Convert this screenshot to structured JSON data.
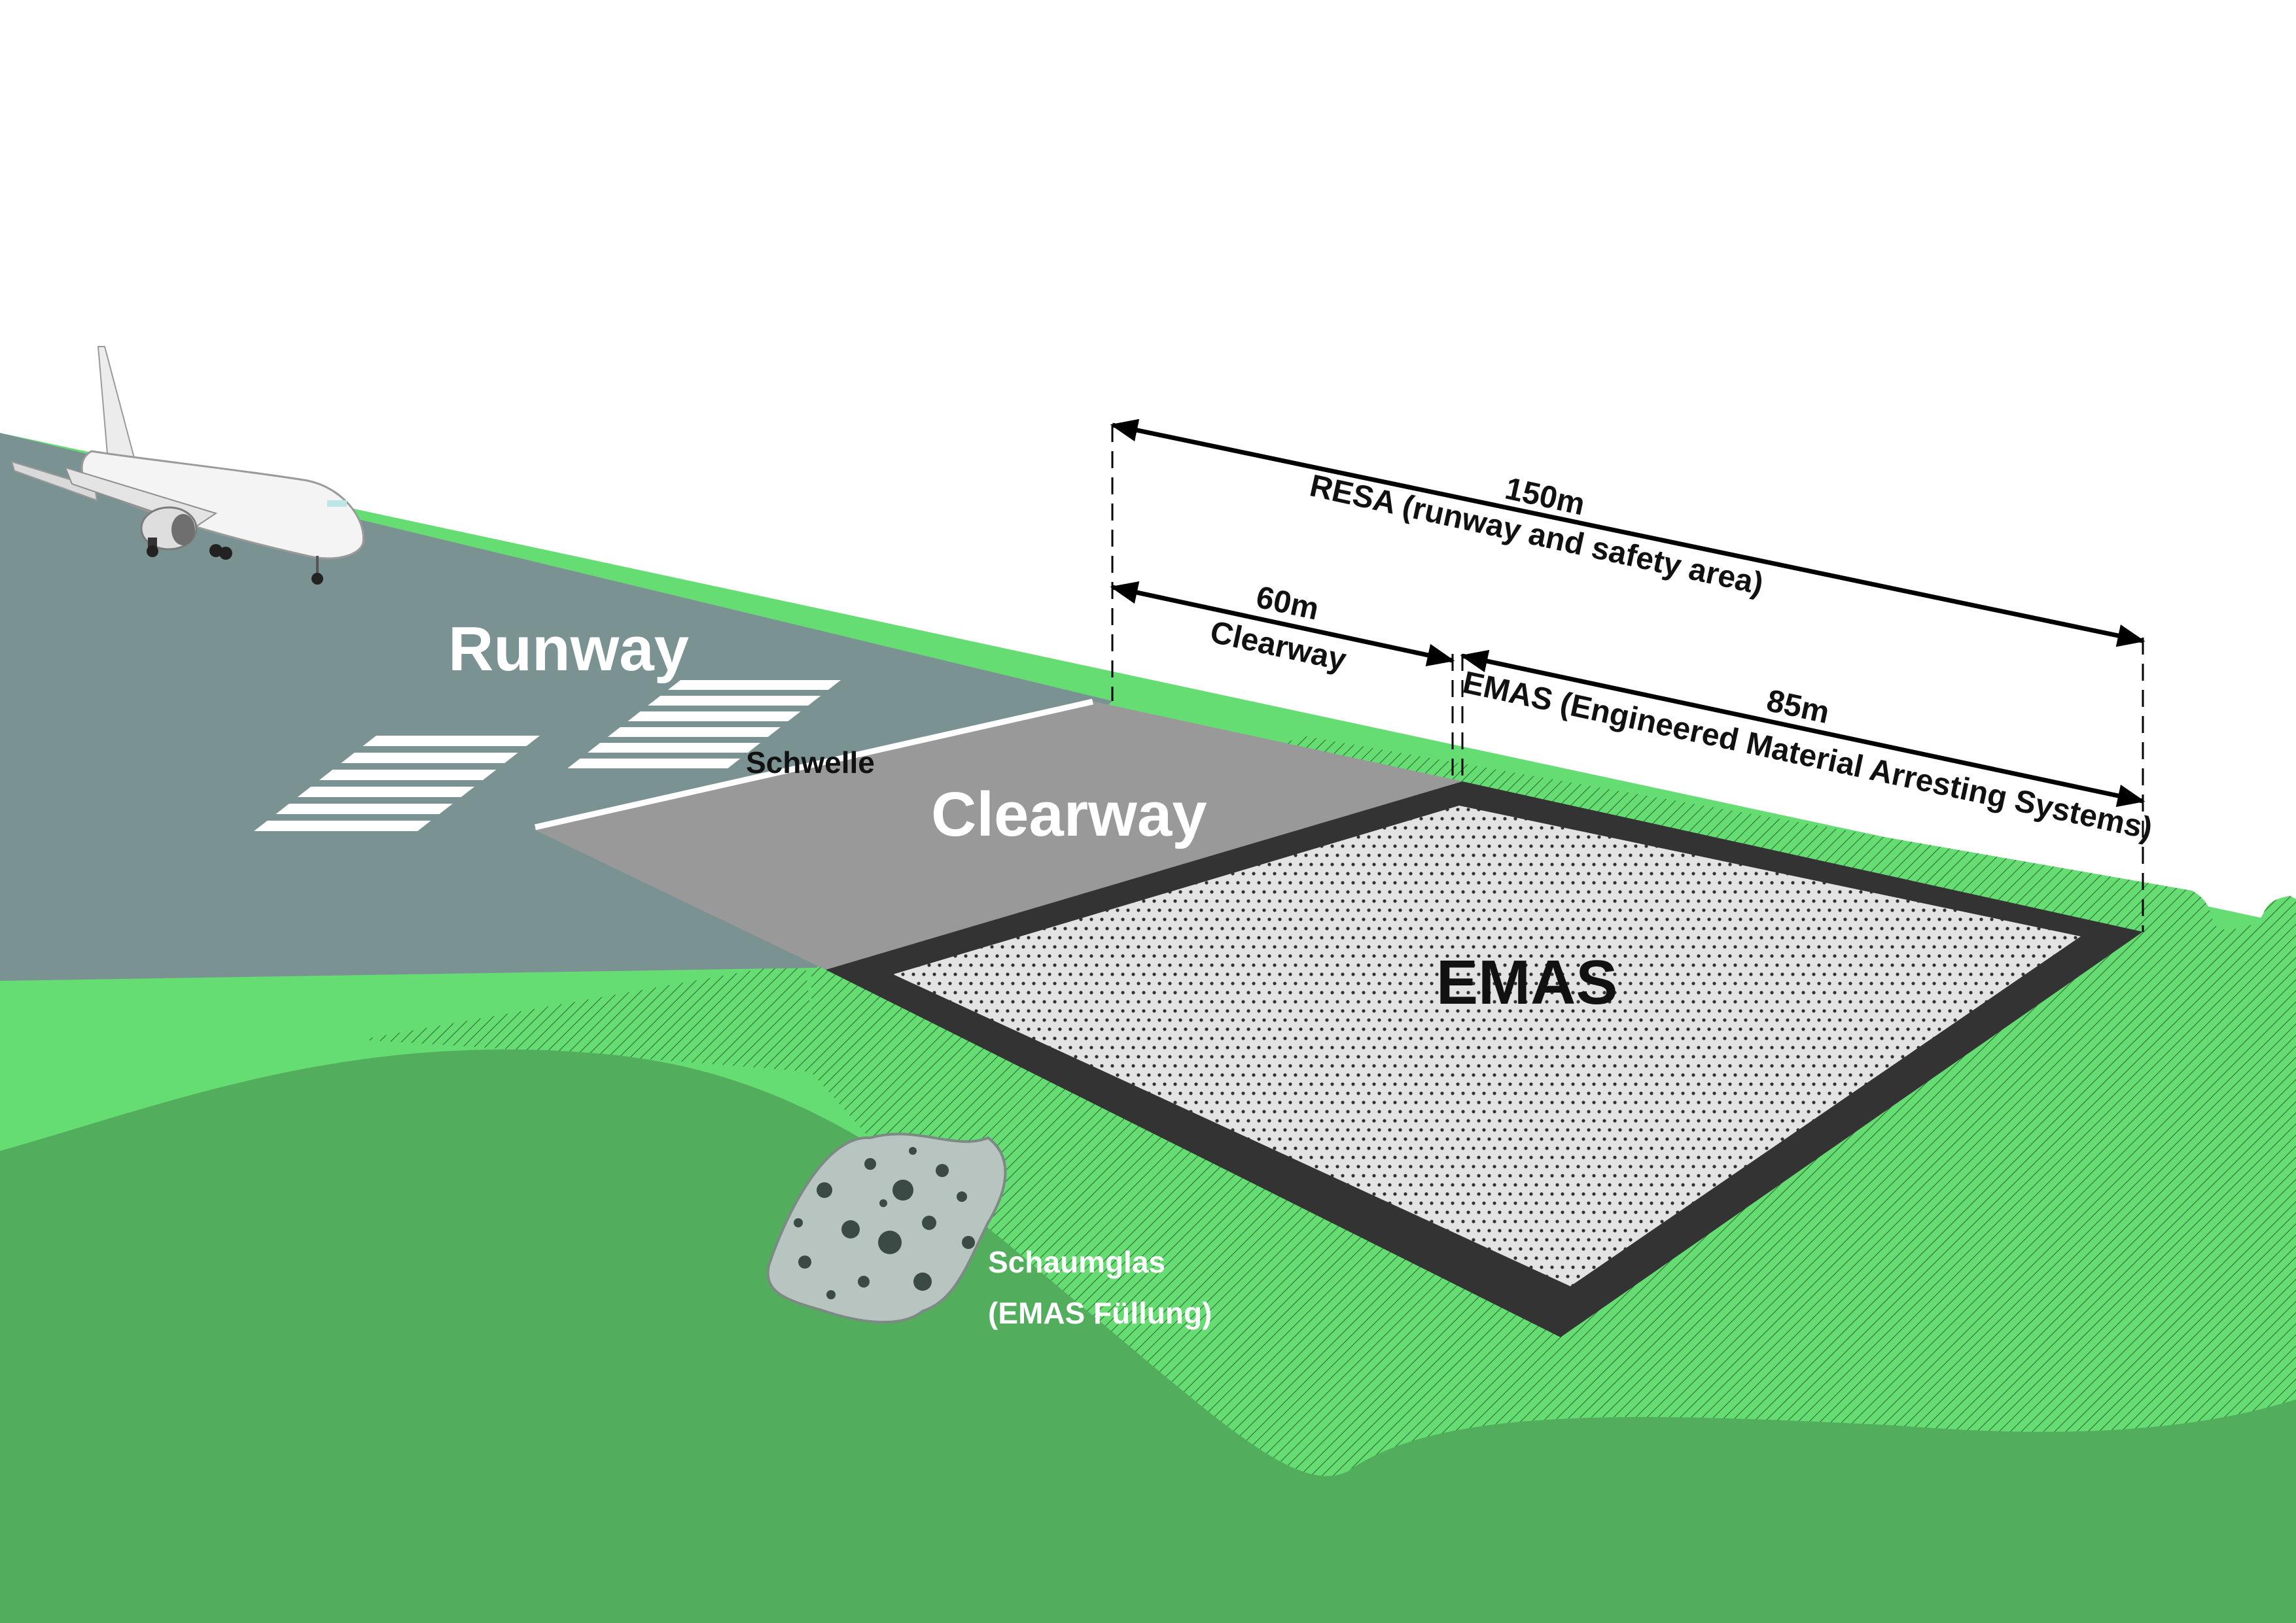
{
  "labels": {
    "runway": "Runway",
    "threshold": "Schwelle",
    "clearway": "Clearway",
    "emas": "EMAS",
    "foam_glass_line1": "Schaumglas",
    "foam_glass_line2": "(EMAS Füllung)"
  },
  "dimensions": {
    "resa": {
      "value": "150m",
      "text": "RESA (runway and safety area)"
    },
    "clearway": {
      "value": "60m",
      "text": "Clearway"
    },
    "emas": {
      "value": "85m",
      "text": "EMAS (Engineered Material Arresting Systems)"
    }
  },
  "colors": {
    "grass_light": "#66dd72",
    "grass_dark": "#52ae5c",
    "runway": "#7b9292",
    "clearway": "#999999",
    "emas_border": "#333333",
    "emas_fill": "#e3e3e3",
    "marking": "#ffffff",
    "arrow": "#000000"
  }
}
